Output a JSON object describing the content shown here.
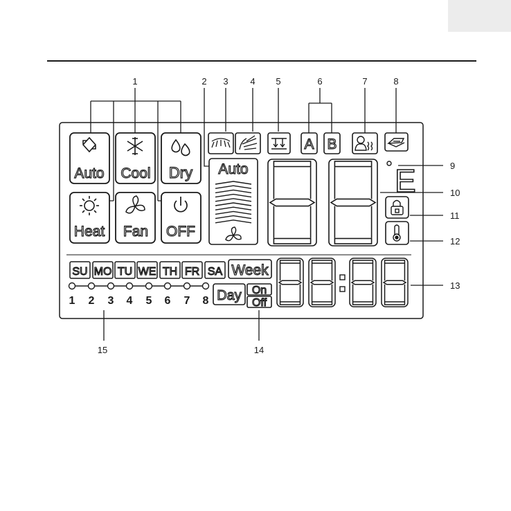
{
  "callouts": {
    "c1": "1",
    "c2": "2",
    "c3": "3",
    "c4": "4",
    "c5": "5",
    "c6": "6",
    "c7": "7",
    "c8": "8",
    "c9": "9",
    "c10": "10",
    "c11": "11",
    "c12": "12",
    "c13": "13",
    "c14": "14",
    "c15": "15"
  },
  "modes": {
    "auto": "Auto",
    "cool": "Cool",
    "dry": "Dry",
    "heat": "Heat",
    "fan": "Fan",
    "off": "OFF"
  },
  "fan_speed_label": "Auto",
  "zones": {
    "a": "A",
    "b": "B"
  },
  "temp_unit_symbol": "E",
  "days": [
    "SU",
    "MO",
    "TU",
    "WE",
    "TH",
    "FR",
    "SA"
  ],
  "week_label": "Week",
  "day_label": "Day",
  "on_label": "On",
  "off_label": "Off",
  "program_numbers": [
    "1",
    "2",
    "3",
    "4",
    "5",
    "6",
    "7",
    "8"
  ],
  "icons": {
    "auto_mode": "recycle-arrows-icon",
    "cool_mode": "snowflake-icon",
    "dry_mode": "water-drops-icon",
    "heat_mode": "sun-icon",
    "fan_mode": "fan-icon",
    "off_mode": "power-icon",
    "swing_horizontal": "swing-horizontal-icon",
    "swing_vertical": "swing-vertical-icon",
    "filter": "filter-icon",
    "person": "person-sensor-icon",
    "energy": "energy-saving-icon",
    "lock": "lock-icon",
    "thermometer": "thermometer-icon"
  }
}
